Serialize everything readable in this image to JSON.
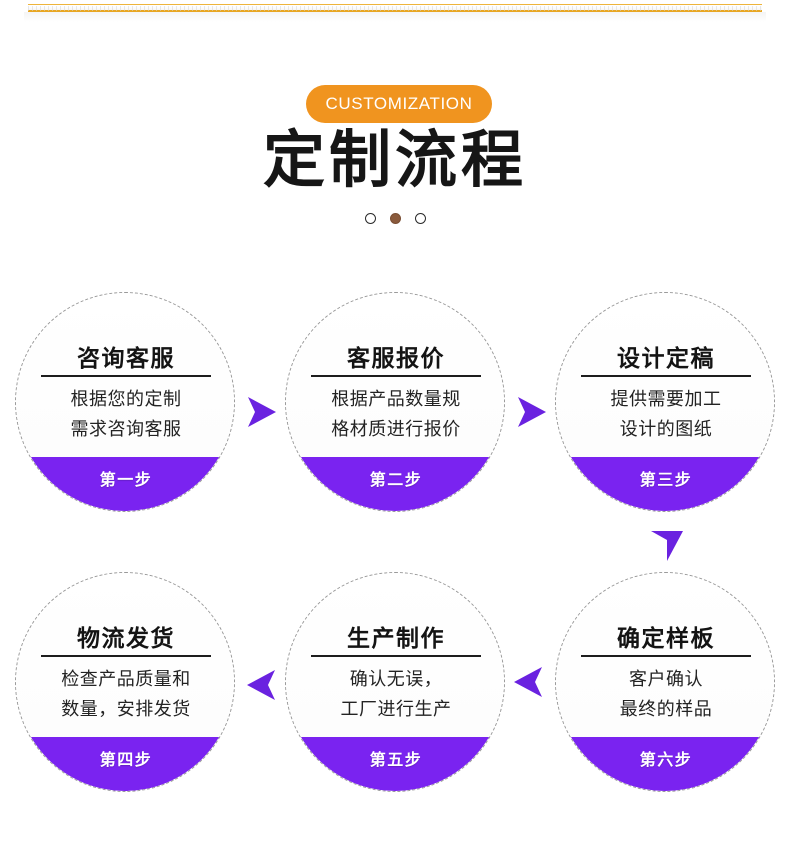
{
  "header": {
    "badge_label": "CUSTOMIZATION",
    "title": "定制流程",
    "badge_color": "#f0941f",
    "title_color": "#161616",
    "dots": [
      {
        "name": "dot-1",
        "state": "hollow"
      },
      {
        "name": "dot-2",
        "state": "filled",
        "color": "#8a5a3c"
      },
      {
        "name": "dot-3",
        "state": "hollow"
      }
    ]
  },
  "theme": {
    "accent_purple": "#7a23f0",
    "accent_orange": "#f0941f",
    "border_dashed": "#9a9a9a",
    "background": "#ffffff"
  },
  "flow": {
    "steps": [
      {
        "title": "咨询客服",
        "desc_line1": "根据您的定制",
        "desc_line2": "需求咨询客服",
        "step_label": "第一步"
      },
      {
        "title": "客服报价",
        "desc_line1": "根据产品数量规",
        "desc_line2": "格材质进行报价",
        "step_label": "第二步"
      },
      {
        "title": "设计定稿",
        "desc_line1": "提供需要加工",
        "desc_line2": "设计的图纸",
        "step_label": "第三步"
      },
      {
        "title": "物流发货",
        "desc_line1": "检查产品质量和",
        "desc_line2": "数量，安排发货",
        "step_label": "第四步"
      },
      {
        "title": "生产制作",
        "desc_line1": "确认无误，",
        "desc_line2": "工厂进行生产",
        "step_label": "第五步"
      },
      {
        "title": "确定样板",
        "desc_line1": "客户确认",
        "desc_line2": "最终的样品",
        "step_label": "第六步"
      }
    ],
    "connectors": [
      {
        "name": "arrow-step1-to-step2",
        "direction": "right"
      },
      {
        "name": "arrow-step2-to-step3",
        "direction": "right"
      },
      {
        "name": "arrow-step3-to-step6",
        "direction": "down"
      },
      {
        "name": "arrow-step6-to-step5",
        "direction": "left"
      },
      {
        "name": "arrow-step5-to-step4",
        "direction": "left"
      }
    ]
  }
}
